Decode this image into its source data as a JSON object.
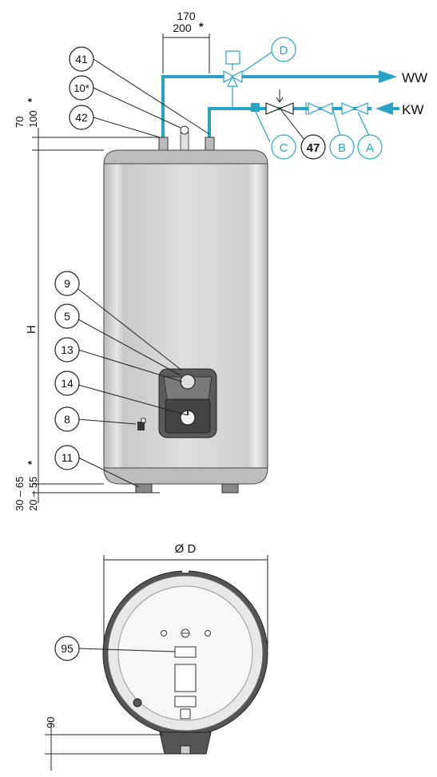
{
  "dimensions": {
    "top_spacing": "170",
    "top_spacing_alt": "200",
    "star": "*",
    "height_label": "H",
    "top_offset": "70",
    "top_offset_alt": "100",
    "bottom_offset": "30 – 65",
    "bottom_offset_alt": "20 – 55",
    "diameter_label": "Ø D",
    "bottom_view_offset": "90"
  },
  "pipe_labels": {
    "hot_water": "WW",
    "cold_water": "KW"
  },
  "components_black": [
    "41",
    "10*",
    "42",
    "9",
    "5",
    "13",
    "14",
    "8",
    "11",
    "95"
  ],
  "component_47": "47",
  "components_blue": [
    "A",
    "B",
    "C",
    "D"
  ],
  "colors": {
    "pipe": "#27a3c6",
    "tank_body": "#d9d9d9",
    "outline": "#222222"
  }
}
